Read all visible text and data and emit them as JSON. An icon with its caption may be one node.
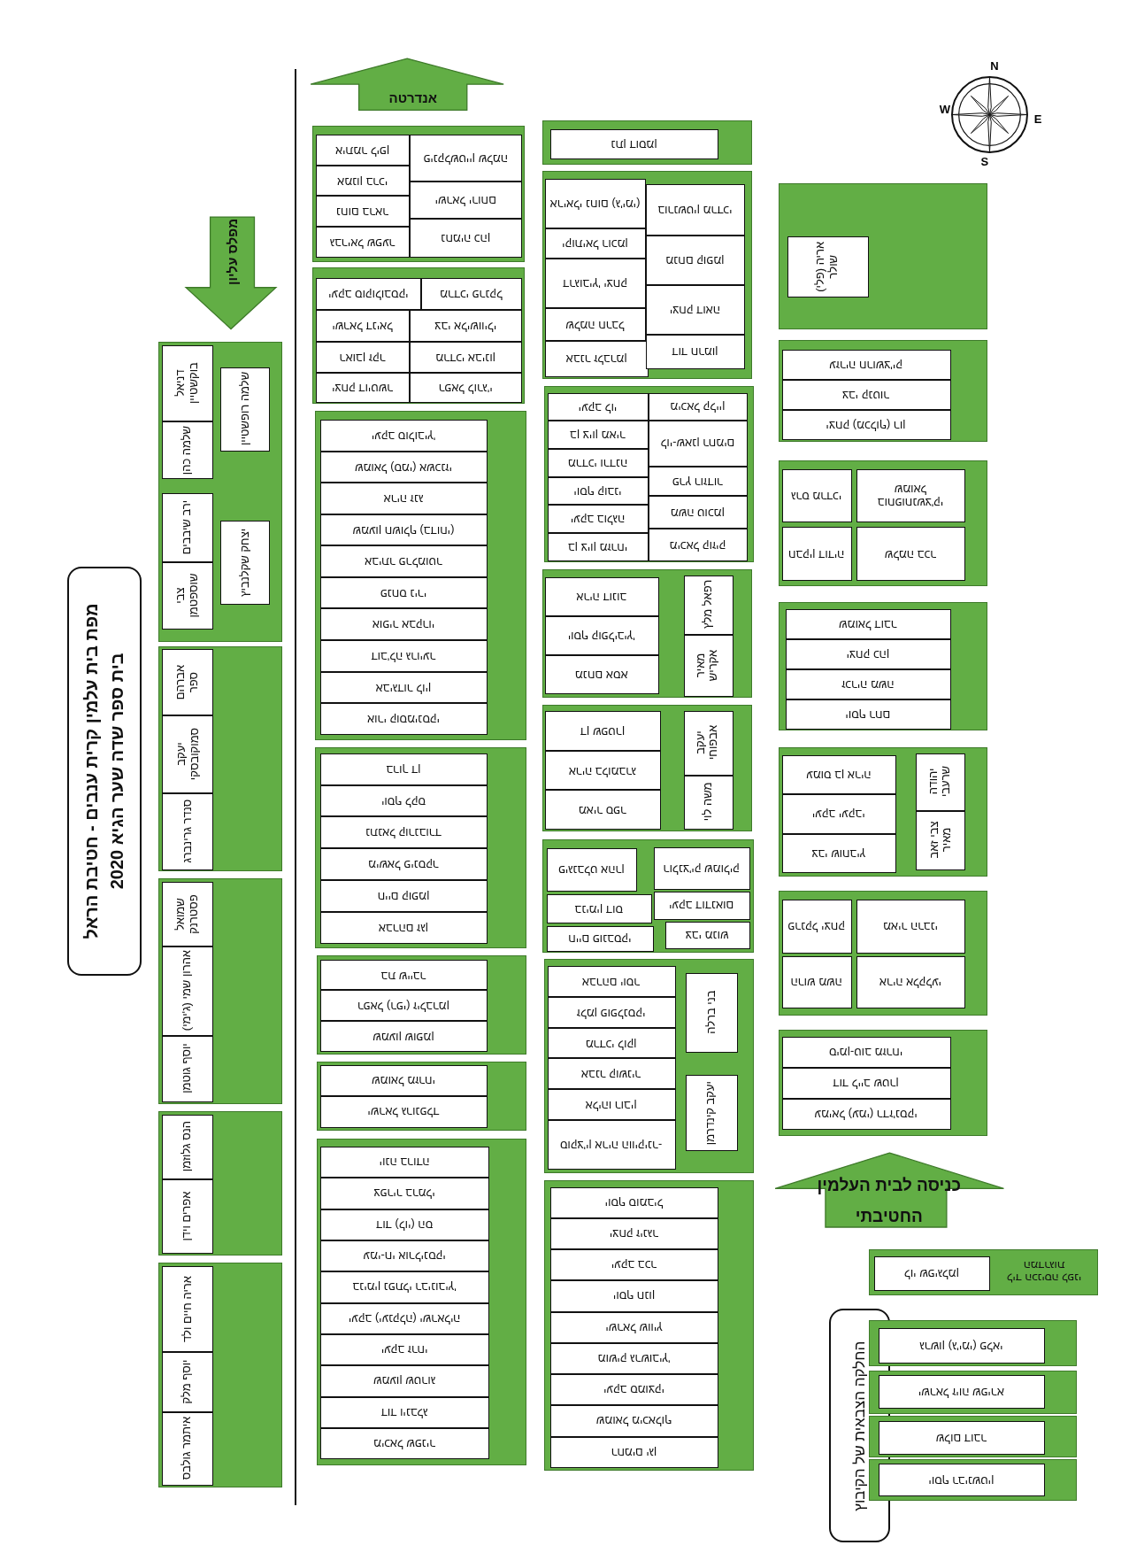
{
  "diagram": {
    "nodes": [
      {
        "text": [
          "מפת בית עלמין קרית ענבים - חטיבת הראל",
          "בית ספר שדה שער הגיא 2020"
        ]
      },
      {
        "text": [
          "מפלס עליון"
        ]
      },
      {
        "text": [
          "אנדרטה"
        ]
      },
      {
        "text": [
          "כניסה לבית העלמין החטיבתי"
        ]
      },
      {
        "text": [],
        "shape": "box"
      },
      {
        "text": [
          "דניאל בוקשטיין"
        ],
        "in": 4
      },
      {
        "text": [
          "שלמה כהן"
        ],
        "in": 4
      },
      {
        "text": [
          "ירב שיבבים"
        ],
        "in": 4
      },
      {
        "text": [
          "צבי שוספטמן"
        ],
        "in": 4
      },
      {
        "text": [
          "שלמה רופשטיין"
        ],
        "in": 4
      },
      {
        "text": [
          "יצחק שקלנביץ"
        ],
        "in": 4
      },
      {
        "text": [],
        "shape": "box"
      },
      {
        "text": [
          "אברהם ספר"
        ],
        "in": 11
      },
      {
        "text": [
          "יעקב סמוקובסקי"
        ],
        "in": 11
      },
      {
        "text": [
          "סנדר גרינברג"
        ],
        "in": 11
      },
      {
        "text": [],
        "shape": "box"
      },
      {
        "text": [
          "שמואל פסטרנק"
        ],
        "in": 15
      },
      {
        "text": [
          "אהרון שמי (ג'ימי)"
        ],
        "in": 15
      },
      {
        "text": [
          "יוסף גוטמן"
        ],
        "in": 15
      },
      {
        "text": [],
        "shape": "box"
      },
      {
        "text": [
          "הנס גלוזמן"
        ],
        "in": 19
      },
      {
        "text": [
          "אפרים וידן"
        ],
        "in": 19
      },
      {
        "text": [],
        "shape": "box"
      },
      {
        "text": [
          "אריה חיים ולד"
        ],
        "in": 22
      },
      {
        "text": [
          "יוסף מלק"
        ],
        "in": 22
      },
      {
        "text": [
          "איתמר גולבס"
        ],
        "in": 22
      },
      {
        "text": [],
        "shape": "box"
      },
      {
        "text": [
          "איתמר ליפן"
        ],
        "in": 26
      },
      {
        "text": [
          "אמנון ברכי"
        ],
        "in": 26
      },
      {
        "text": [
          "נחום בראר"
        ],
        "in": 26
      },
      {
        "text": [
          "גבריאל שפער"
        ],
        "in": 26
      },
      {
        "text": [
          "פינקלשטיין שלמה"
        ],
        "in": 26
      },
      {
        "text": [
          "ישראל ירוחם"
        ],
        "in": 26
      },
      {
        "text": [
          "נחמיה כהן"
        ],
        "in": 26
      },
      {
        "text": [],
        "shape": "box"
      },
      {
        "text": [
          "יעקב סוקולובסקי"
        ],
        "in": 34
      },
      {
        "text": [
          "מרדכי פרנקל"
        ],
        "in": 34
      },
      {
        "text": [
          "ישראל דניאל"
        ],
        "in": 34
      },
      {
        "text": [
          "צבי אלישווילי"
        ],
        "in": 34
      },
      {
        "text": [
          "ראובן זקר"
        ],
        "in": 34
      },
      {
        "text": [
          "מרדכי אבינון"
        ],
        "in": 34
      },
      {
        "text": [
          "יצחק דויטשר"
        ],
        "in": 34
      },
      {
        "text": [
          "רפאל לורג'י"
        ],
        "in": 34
      },
      {
        "text": [],
        "shape": "box"
      },
      {
        "text": [
          "יעקב סולוביץ'"
        ],
        "in": 43
      },
      {
        "text": [
          "שמואל (סמי) אשכנזי"
        ],
        "in": 43
      },
      {
        "text": [
          "אריה זנג"
        ],
        "in": 43
      },
      {
        "text": [
          "שמעון חשולף (בדוחי)"
        ],
        "in": 43
      },
      {
        "text": [
          "אביתר פרלמוטר"
        ],
        "in": 43
      },
      {
        "text": [
          "פנחס נירי"
        ],
        "in": 43
      },
      {
        "text": [
          "אופיר אבקרוי"
        ],
        "in": 43
      },
      {
        "text": [
          "דוב'לה גרויער"
        ],
        "in": 43
      },
      {
        "text": [
          "אביגדור לוין"
        ],
        "in": 43
      },
      {
        "text": [
          "אורי קוסמינסקי"
        ],
        "in": 43
      },
      {
        "text": [],
        "shape": "box"
      },
      {
        "text": [
          "ברוך דן"
        ],
        "in": 54
      },
      {
        "text": [
          "יוסף לקס"
        ],
        "in": 54
      },
      {
        "text": [
          "נתנאל קורנבורד"
        ],
        "in": 54
      },
      {
        "text": [
          "מישאל פינסקר"
        ],
        "in": 54
      },
      {
        "text": [
          "חיים קופמן"
        ],
        "in": 54
      },
      {
        "text": [
          "אברהם זגן"
        ],
        "in": 54
      },
      {
        "text": [],
        "shape": "box"
      },
      {
        "text": [
          "בת שייבר"
        ],
        "in": 61
      },
      {
        "text": [
          "רפאל (רפי) זילברמן"
        ],
        "in": 61
      },
      {
        "text": [
          "שמעון שופמן"
        ],
        "in": 61
      },
      {
        "text": [],
        "shape": "box"
      },
      {
        "text": [
          "שמואל מזרחי"
        ],
        "in": 65
      },
      {
        "text": [
          "ישראל גרונפלד"
        ],
        "in": 65
      },
      {
        "text": [],
        "shape": "box"
      },
      {
        "text": [
          "יונה ברודה"
        ],
        "in": 68
      },
      {
        "text": [
          "צפריר ברמלי"
        ],
        "in": 68
      },
      {
        "text": [
          "דוד (לוי) הס"
        ],
        "in": 68
      },
      {
        "text": [
          "עמי-חי אורלינסקי"
        ],
        "in": 68
      },
      {
        "text": [
          "בנימין נפתלי רבינוביץ'"
        ],
        "in": 68
      },
      {
        "text": [
          "יעקב (יענקלה) ישראליה"
        ],
        "in": 68
      },
      {
        "text": [
          "יעקב זרחי"
        ],
        "in": 68
      },
      {
        "text": [
          "שמעון שטרוג"
        ],
        "in": 68
      },
      {
        "text": [
          "דוד וינבלג"
        ],
        "in": 68
      },
      {
        "text": [
          "מיכאל שפניר"
        ],
        "in": 68
      },
      {
        "text": [],
        "shape": "box"
      },
      {
        "text": [
          "נתן דוסמן"
        ],
        "in": 79
      },
      {
        "text": [],
        "shape": "box"
      },
      {
        "text": [
          "אריאלי נחום (ג'ימי)"
        ],
        "in": 81
      },
      {
        "text": [
          "יקותיאל רוכמן"
        ],
        "in": 81
      },
      {
        "text": [
          "דרגוביץ' יצחק"
        ],
        "in": 81
      },
      {
        "text": [
          "שלמה חרבל"
        ],
        "in": 81
      },
      {
        "text": [
          "אבנר זלברמן"
        ],
        "in": 81
      },
      {
        "text": [
          "בורנשטין מרדכי"
        ],
        "in": 81
      },
      {
        "text": [
          "מנחם קופמן"
        ],
        "in": 81
      },
      {
        "text": [
          "יצחק דואה"
        ],
        "in": 81
      },
      {
        "text": [
          "דוד חרמון"
        ],
        "in": 81
      },
      {
        "text": [],
        "shape": "box"
      },
      {
        "text": [
          "יעקב לוי"
        ],
        "in": 91
      },
      {
        "text": [
          "בן ציון מאיר"
        ],
        "in": 91
      },
      {
        "text": [
          "מרדכי ורדנה"
        ],
        "in": 91
      },
      {
        "text": [
          "יוסף קובני"
        ],
        "in": 91
      },
      {
        "text": [
          "יעקב בולגה"
        ],
        "in": 91
      },
      {
        "text": [
          "בן ציון מזרחי"
        ],
        "in": 91
      },
      {
        "text": [
          "מיכאל קליין"
        ],
        "in": 91
      },
      {
        "text": [
          "לוי-שאנן רחמים"
        ],
        "in": 91
      },
      {
        "text": [
          "פרץ רוזדור"
        ],
        "in": 91
      },
      {
        "text": [
          "משה טוכמן"
        ],
        "in": 91
      },
      {
        "text": [
          "מיכאל קוזיק"
        ],
        "in": 91
      },
      {
        "text": [],
        "shape": "box"
      },
      {
        "text": [
          "אריה דונוב"
        ],
        "in": 103
      },
      {
        "text": [
          "יוסף קופליביץ'"
        ],
        "in": 103
      },
      {
        "text": [
          "מנחם אסא"
        ],
        "in": 103
      },
      {
        "text": [
          "רפאל מלץ"
        ],
        "in": 103
      },
      {
        "text": [
          "מאיר אקריש"
        ],
        "in": 103
      },
      {
        "text": [],
        "shape": "box"
      },
      {
        "text": [
          "דן שפטרן"
        ],
        "in": 109
      },
      {
        "text": [
          "אריה בלומברג"
        ],
        "in": 109
      },
      {
        "text": [
          "מאיר ספר"
        ],
        "in": 109
      },
      {
        "text": [
          "יעקב אבפוחי"
        ],
        "in": 109
      },
      {
        "text": [
          "משה לוי"
        ],
        "in": 109
      },
      {
        "text": [],
        "shape": "box"
      },
      {
        "text": [
          "פיגנבלט אהרן"
        ],
        "in": 115
      },
      {
        "text": [
          "רולנצ'יק שמוליק"
        ],
        "in": 115
      },
      {
        "text": [
          "בנימין דוס"
        ],
        "in": 115
      },
      {
        "text": [
          "יעקב דודנאום"
        ],
        "in": 115
      },
      {
        "text": [
          "חיים פונבסקי"
        ],
        "in": 115
      },
      {
        "text": [
          "צבי מנוש"
        ],
        "in": 115
      },
      {
        "text": [],
        "shape": "box"
      },
      {
        "text": [
          "אברהם יוסר"
        ],
        "in": 122
      },
      {
        "text": [
          "זלמן פופלנסקי"
        ],
        "in": 122
      },
      {
        "text": [
          "מרדכי לוקן"
        ],
        "in": 122
      },
      {
        "text": [
          "אבנר קושניר"
        ],
        "in": 122
      },
      {
        "text": [
          "אליהו רובין"
        ],
        "in": 122
      },
      {
        "text": [
          "סוקצ'ין אריה הוויקינר-"
        ],
        "in": 122
      },
      {
        "text": [
          "בני ברלה"
        ],
        "in": 122
      },
      {
        "text": [
          "יעקב קינדרמן"
        ],
        "in": 122
      },
      {
        "text": [],
        "shape": "box"
      },
      {
        "text": [
          "יוסף סומביל"
        ],
        "in": 131
      },
      {
        "text": [
          "יצחק זינגר"
        ],
        "in": 131
      },
      {
        "text": [
          "יעקב בכר"
        ],
        "in": 131
      },
      {
        "text": [
          "יוסף חנון"
        ],
        "in": 131
      },
      {
        "text": [
          "ישראל שוויץ"
        ],
        "in": 131
      },
      {
        "text": [
          "מושיק גרשוביץ'"
        ],
        "in": 131
      },
      {
        "text": [
          "יעקב סמוצקי"
        ],
        "in": 131
      },
      {
        "text": [
          "שמואל מיכאלוף"
        ],
        "in": 131
      },
      {
        "text": [
          "רחמים יגן"
        ],
        "in": 131
      },
      {
        "text": [],
        "shape": "box"
      },
      {
        "text": [
          "אריה (פלי) שולר"
        ],
        "in": 141
      },
      {
        "text": [],
        "shape": "box"
      },
      {
        "text": [
          "עזריה חרושצ'יק"
        ],
        "in": 143
      },
      {
        "text": [
          "צבי קנטור"
        ],
        "in": 143
      },
      {
        "text": [
          "יצחק (מכלוף) רון"
        ],
        "in": 143
      },
      {
        "text": [],
        "shape": "box"
      },
      {
        "text": [
          "גרס מרדכי"
        ],
        "in": 147
      },
      {
        "text": [
          "בוחפוחנשצ'קי שמואל"
        ],
        "in": 147
      },
      {
        "text": [
          "חבקין דודיה"
        ],
        "in": 147
      },
      {
        "text": [
          "שלמה בכר"
        ],
        "in": 147
      },
      {
        "text": [],
        "shape": "box"
      },
      {
        "text": [
          "שמואל דובר"
        ],
        "in": 152
      },
      {
        "text": [
          "יצחק כהן"
        ],
        "in": 152
      },
      {
        "text": [
          "זכריה משה"
        ],
        "in": 152
      },
      {
        "text": [
          "יוסף רחם"
        ],
        "in": 152
      },
      {
        "text": [],
        "shape": "box"
      },
      {
        "text": [
          "עמוס בן אריה"
        ],
        "in": 157
      },
      {
        "text": [
          "יעקב יעקבי"
        ],
        "in": 157
      },
      {
        "text": [
          "צבי שוחביץ"
        ],
        "in": 157
      },
      {
        "text": [
          "יהודה שרעבי"
        ],
        "in": 157
      },
      {
        "text": [
          "צבי זאב מאיר"
        ],
        "in": 157
      },
      {
        "text": [],
        "shape": "box"
      },
      {
        "text": [
          "פרנקל יצחק"
        ],
        "in": 163
      },
      {
        "text": [
          "מאיר הרבני"
        ],
        "in": 163
      },
      {
        "text": [
          "הרוש משה"
        ],
        "in": 163
      },
      {
        "text": [
          "אריה אלקלעי"
        ],
        "in": 163
      },
      {
        "text": [],
        "shape": "box"
      },
      {
        "text": [
          "סימן-טוב מזרחי"
        ],
        "in": 168
      },
      {
        "text": [
          "דוד לייב שטרן"
        ],
        "in": 168
      },
      {
        "text": [
          "עמיאל (עמי) רדז'נסקי"
        ],
        "in": 168
      },
      {
        "text": [
          "ליד הכניסה לפני המדרגות"
        ]
      },
      {
        "text": [
          "לוי שפיגלמן"
        ],
        "in": 172
      },
      {
        "text": [
          "החלקה הצבאית של הקיבוץ"
        ]
      },
      {
        "text": [],
        "shape": "box"
      },
      {
        "text": [
          "גרשון (ג'ימי) פלאי"
        ],
        "in": 175
      },
      {
        "text": [],
        "shape": "box"
      },
      {
        "text": [
          "ישראל זיוה שפירא"
        ],
        "in": 177
      },
      {
        "text": [],
        "shape": "box"
      },
      {
        "text": [
          "שלום דובר"
        ],
        "in": 179
      },
      {
        "text": [],
        "shape": "box"
      },
      {
        "text": [
          "יוסף רבינשטין"
        ],
        "in": 181
      }
    ],
    "labels": [
      "N",
      "W",
      "E",
      "S"
    ]
  }
}
